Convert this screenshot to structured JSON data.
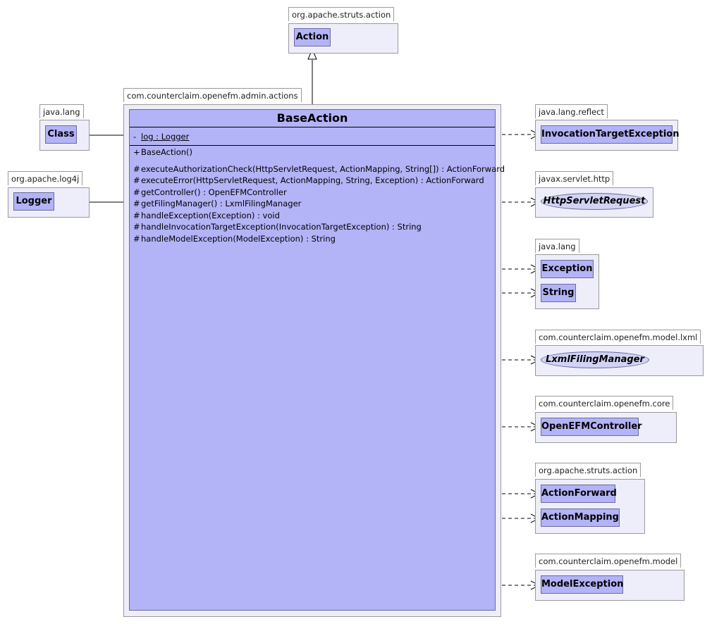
{
  "packages": {
    "struts_top": {
      "name": "org.apache.struts.action",
      "classes": [
        "Action"
      ]
    },
    "admin_actions": {
      "name": "com.counterclaim.openefm.admin.actions"
    },
    "java_lang_left": {
      "name": "java.lang",
      "classes": [
        "Class"
      ]
    },
    "log4j": {
      "name": "org.apache.log4j",
      "classes": [
        "Logger"
      ]
    },
    "reflect": {
      "name": "java.lang.reflect",
      "classes": [
        "InvocationTargetException"
      ]
    },
    "servlet": {
      "name": "javax.servlet.http",
      "interfaces": [
        "HttpServletRequest"
      ]
    },
    "java_lang_right": {
      "name": "java.lang",
      "classes": [
        "Exception",
        "String"
      ]
    },
    "lxml": {
      "name": "com.counterclaim.openefm.model.lxml",
      "interfaces": [
        "LxmlFilingManager"
      ]
    },
    "core": {
      "name": "com.counterclaim.openefm.core",
      "classes": [
        "OpenEFMController"
      ]
    },
    "struts_right": {
      "name": "org.apache.struts.action",
      "classes": [
        "ActionForward",
        "ActionMapping"
      ]
    },
    "model": {
      "name": "com.counterclaim.openefm.model",
      "classes": [
        "ModelException"
      ]
    }
  },
  "main_class": {
    "name": "BaseAction",
    "attributes": [
      {
        "visibility": "-",
        "text": "log : Logger"
      }
    ],
    "operations": [
      {
        "visibility": "+",
        "text": "BaseAction()"
      },
      {
        "visibility": "#",
        "text": "executeAuthorizationCheck(HttpServletRequest, ActionMapping, String[]) : ActionForward"
      },
      {
        "visibility": "#",
        "text": "executeError(HttpServletRequest, ActionMapping, String, Exception) : ActionForward"
      },
      {
        "visibility": "#",
        "text": "getController() : OpenEFMController"
      },
      {
        "visibility": "#",
        "text": "getFilingManager() : LxmlFilingManager"
      },
      {
        "visibility": "#",
        "text": "handleException(Exception) : void"
      },
      {
        "visibility": "#",
        "text": "handleInvocationTargetException(InvocationTargetException) : String"
      },
      {
        "visibility": "#",
        "text": "handleModelException(ModelException) : String"
      }
    ]
  },
  "colors": {
    "class_fill": "#b3b3f7",
    "package_fill": "#eeeefa",
    "interface_fill": "#d2d2f5"
  }
}
